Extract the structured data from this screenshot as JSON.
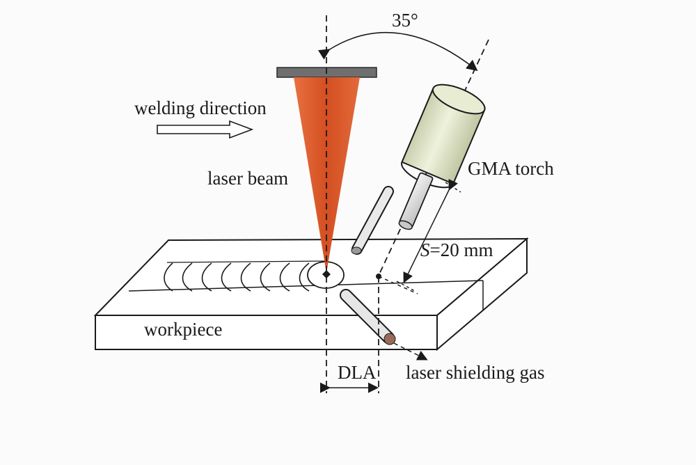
{
  "labels": {
    "angle": "35°",
    "welding_direction": "welding direction",
    "laser_beam": "laser beam",
    "gma_torch": "GMA torch",
    "distance_var": "S",
    "distance_val": "=20 mm",
    "workpiece": "workpiece",
    "dla": "DLA",
    "laser_shielding_gas": "laser shielding gas"
  },
  "colors": {
    "laser_beam": "#d9552a",
    "torch_body": "#dfe5c6",
    "nozzle": "#e6e6e6",
    "line": "#1a1a1a",
    "background": "#fbfbfb"
  }
}
